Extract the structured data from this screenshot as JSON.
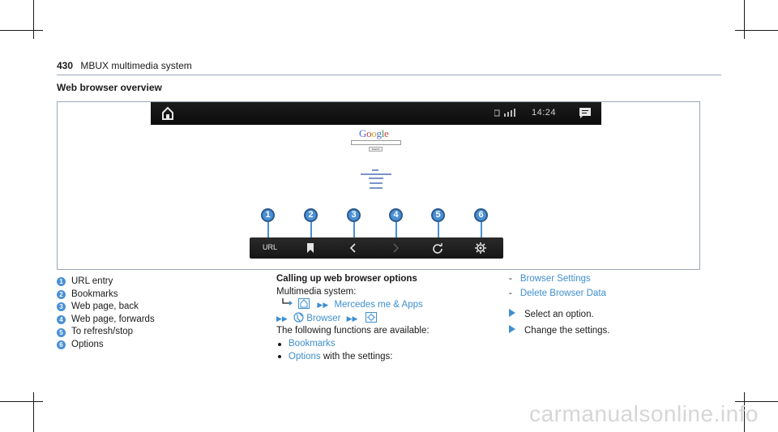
{
  "header": {
    "page_number": "430",
    "title": "MBUX multimedia system"
  },
  "section_title": "Web browser overview",
  "figure": {
    "clock": "14:24",
    "google_logo": [
      "G",
      "o",
      "o",
      "g",
      "l",
      "e"
    ],
    "search_button": "Search",
    "url_label": "URL",
    "callouts": [
      "1",
      "2",
      "3",
      "4",
      "5",
      "6"
    ],
    "icons": [
      "home-icon",
      "status-icons",
      "message-icon",
      "bookmark-icon",
      "back-icon",
      "forward-icon",
      "refresh-icon",
      "gear-icon"
    ]
  },
  "legend": [
    {
      "num": "1",
      "text": "URL entry"
    },
    {
      "num": "2",
      "text": "Bookmarks"
    },
    {
      "num": "3",
      "text": "Web page, back"
    },
    {
      "num": "4",
      "text": "Web page, forwards"
    },
    {
      "num": "5",
      "text": "To refresh/stop"
    },
    {
      "num": "6",
      "text": "Options"
    }
  ],
  "procedure": {
    "title": "Calling up web browser options",
    "system": "Multimedia system:",
    "path1": "Mercedes me & Apps",
    "path2": "Browser",
    "intro": "The following functions are available:",
    "bullets": [
      {
        "link": "Bookmarks",
        "rest": ""
      },
      {
        "link": "Options",
        "rest": " with the settings:"
      }
    ]
  },
  "settings": {
    "items": [
      "Browser Settings",
      "Delete Browser Data"
    ],
    "steps": [
      "Select an option.",
      "Change the settings."
    ]
  },
  "watermark": "carmanualsonline.info",
  "colors": {
    "accent": "#3f8fd0",
    "callout": "#4a90d4",
    "bar": "#141414"
  }
}
